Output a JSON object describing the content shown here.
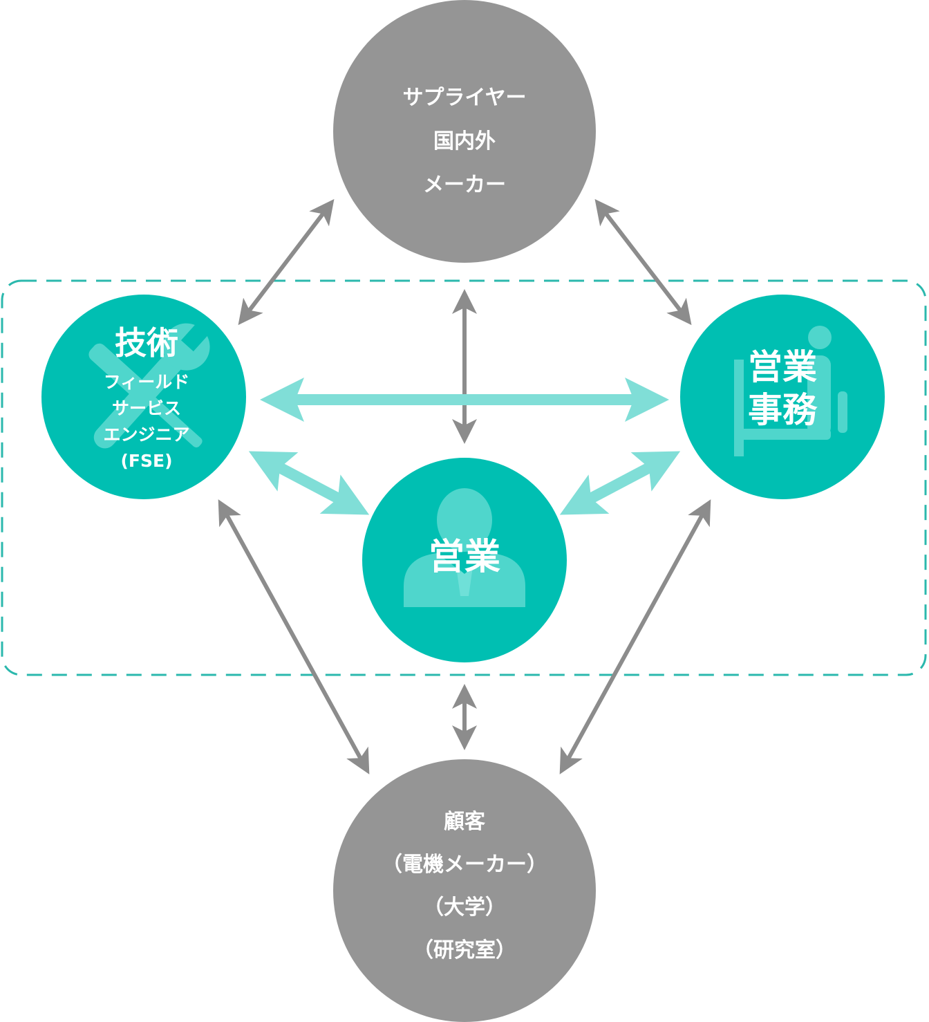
{
  "colors": {
    "gray_node": "#959595",
    "teal_node": "#00bfb2",
    "teal_arrow": "#80ded7",
    "gray_arrow": "#8c8c8c",
    "dashed_border": "#2bb8ad",
    "icon_fill": "#4fd6cc"
  },
  "nodes": {
    "supplier": {
      "lines": [
        "サプライヤー",
        "国内外",
        "メーカー"
      ]
    },
    "tech": {
      "title": "技術",
      "lines": [
        "フィールド",
        "サービス",
        "エンジニア",
        "(FSE)"
      ],
      "icon": "tools-icon"
    },
    "sales_office": {
      "lines": [
        "営業",
        "事務"
      ],
      "icon": "office-worker-icon"
    },
    "sales": {
      "title": "営業",
      "icon": "person-icon"
    },
    "customer": {
      "lines": [
        "顧客",
        "（電機メーカー）",
        "（大学）",
        "（研究室）"
      ]
    }
  }
}
